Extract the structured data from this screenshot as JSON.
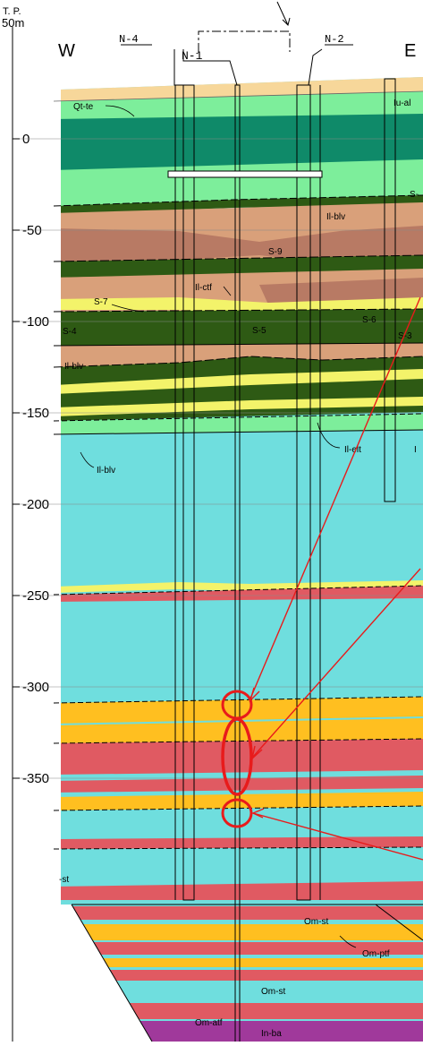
{
  "axis": {
    "unit_top": "T. P.",
    "top_label": "50m",
    "ticks": [
      "0",
      "-50",
      "-100",
      "-150",
      "-200",
      "-250",
      "-300",
      "-350"
    ]
  },
  "directions": {
    "west": "W",
    "east": "E"
  },
  "wells": [
    "N-4",
    "N-1",
    "N-2"
  ],
  "units": [
    "Qt-te",
    "Iu-al",
    "Il-blv",
    "S-9",
    "Il-ctf",
    "S-7",
    "S-6",
    "S-4",
    "S-5",
    "S-3",
    "Il-blv",
    "Il-elt",
    "I",
    "Il-blv",
    "Om-st",
    "Om-ptf",
    "Om-st",
    "Om-atf",
    "In-ba",
    "-st",
    "S-"
  ],
  "colors": {
    "sand_top": "#f7d79a",
    "green_light": "#7dee9b",
    "green_dark": "#0f8a69",
    "green_deep": "#2e5a14",
    "brown": "#d9a07a",
    "brown_dark": "#b87a64",
    "yellow": "#f3f36a",
    "cyan": "#6fdede",
    "red": "#e05a62",
    "orange": "#ffbf20",
    "purple": "#a0399b",
    "annotation": "#e81b1b"
  }
}
